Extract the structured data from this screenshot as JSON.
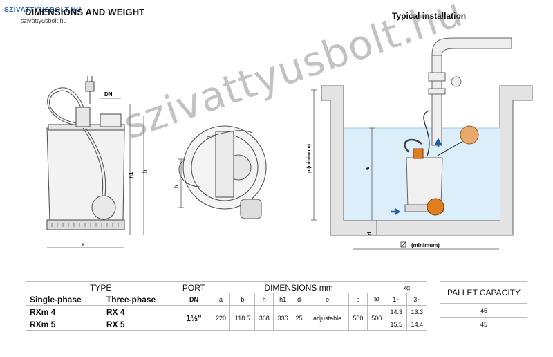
{
  "header": {
    "watermark_logo": "SZIVATTYUSBOLT.HU",
    "watermark_url": "szivattyusbolt.hu",
    "title": "DIMENSIONS AND WEIGHT",
    "typical_installation": "Typical installation"
  },
  "diagram_labels": {
    "dn": "DN",
    "h1": "h1",
    "h": "h",
    "a": "a",
    "b": "b",
    "p": "p (minimum)",
    "e": "e",
    "d": "d",
    "minimum": "(minimum)"
  },
  "watermark": "szivattyusbolt.hu",
  "colors": {
    "water": "#dceefa",
    "float": "#e07d20",
    "arrow": "#1e5ca8"
  },
  "table": {
    "type_header": "TYPE",
    "port_header": "PORT",
    "dimensions_header": "DIMENSIONS mm",
    "kg_header": "kg",
    "single_phase": "Single-phase",
    "three_phase": "Three-phase",
    "dn": "DN",
    "columns": [
      "a",
      "b",
      "h",
      "h1",
      "d",
      "e",
      "p",
      "⊠"
    ],
    "kg_columns": [
      "1~",
      "3~"
    ],
    "port_value": "1½\"",
    "dims": [
      "220",
      "118.5",
      "368",
      "336",
      "25",
      "adjustable",
      "500",
      "500"
    ],
    "rows": [
      {
        "single": "RXm 4",
        "three": "RX 4",
        "kg1": "14.3",
        "kg3": "13.3"
      },
      {
        "single": "RXm 5",
        "three": "RX 5",
        "kg1": "15.5",
        "kg3": "14.4"
      }
    ]
  },
  "pallet": {
    "header": "PALLET CAPACITY",
    "values": [
      "45",
      "45"
    ]
  }
}
